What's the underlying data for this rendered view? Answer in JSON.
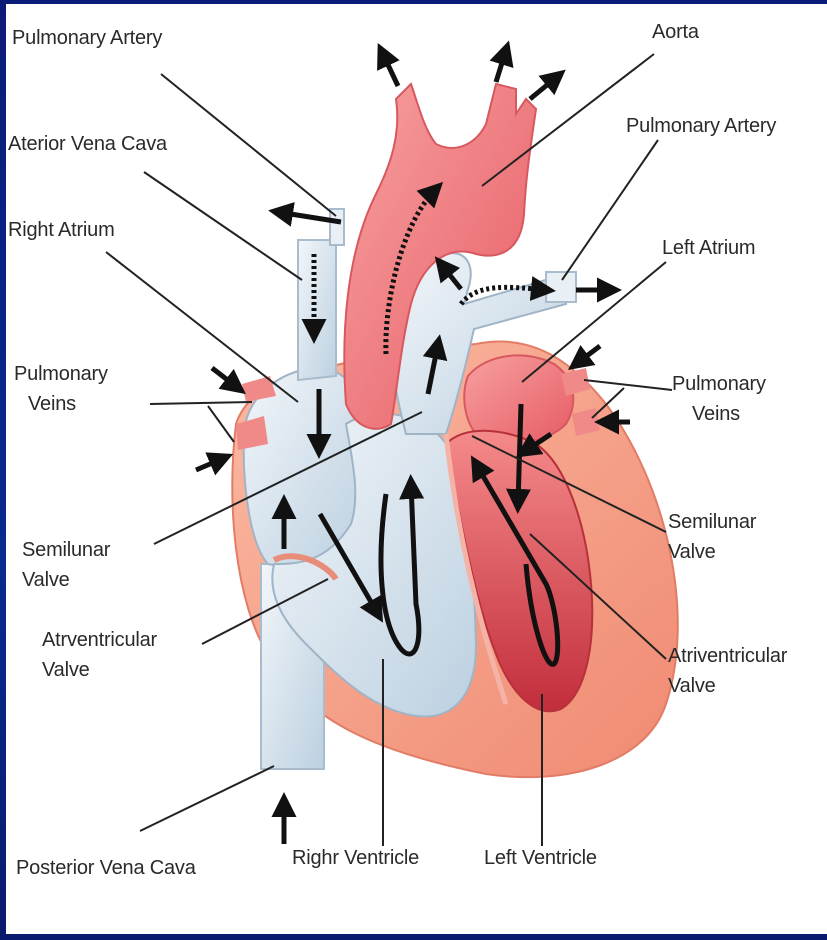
{
  "diagram": {
    "labels": {
      "pulmonary_artery_left": "Pulmonary Artery",
      "anterior_vena_cava": "Aterior Vena Cava",
      "right_atrium": "Right Atrium",
      "pulmonary_veins_left_1": "Pulmonary",
      "pulmonary_veins_left_2": "Veins",
      "semilunar_valve_left_1": "Semilunar",
      "semilunar_valve_left_2": "Valve",
      "atrioventricular_valve_left_1": "Atrventricular",
      "atrioventricular_valve_left_2": "Valve",
      "posterior_vena_cava": "Posterior Vena Cava",
      "aorta": "Aorta",
      "pulmonary_artery_right": "Pulmonary Artery",
      "left_atrium": "Left Atrium",
      "pulmonary_veins_right_1": "Pulmonary",
      "pulmonary_veins_right_2": "Veins",
      "semilunar_valve_right_1": "Semilunar",
      "semilunar_valve_right_2": "Valve",
      "atrioventricular_valve_right_1": "Atriventricular",
      "atrioventricular_valve_right_2": "Valve",
      "right_ventricle": "Righr Ventricle",
      "left_ventricle": "Left Ventricle"
    },
    "colors": {
      "slide_border": "#0b1b78",
      "oxygenated": "#f07070",
      "oxygenated_dark": "#c8303a",
      "deoxygenated": "#d6e4ee",
      "heart_muscle": "#f59a82",
      "leader_line": "#222222"
    }
  }
}
